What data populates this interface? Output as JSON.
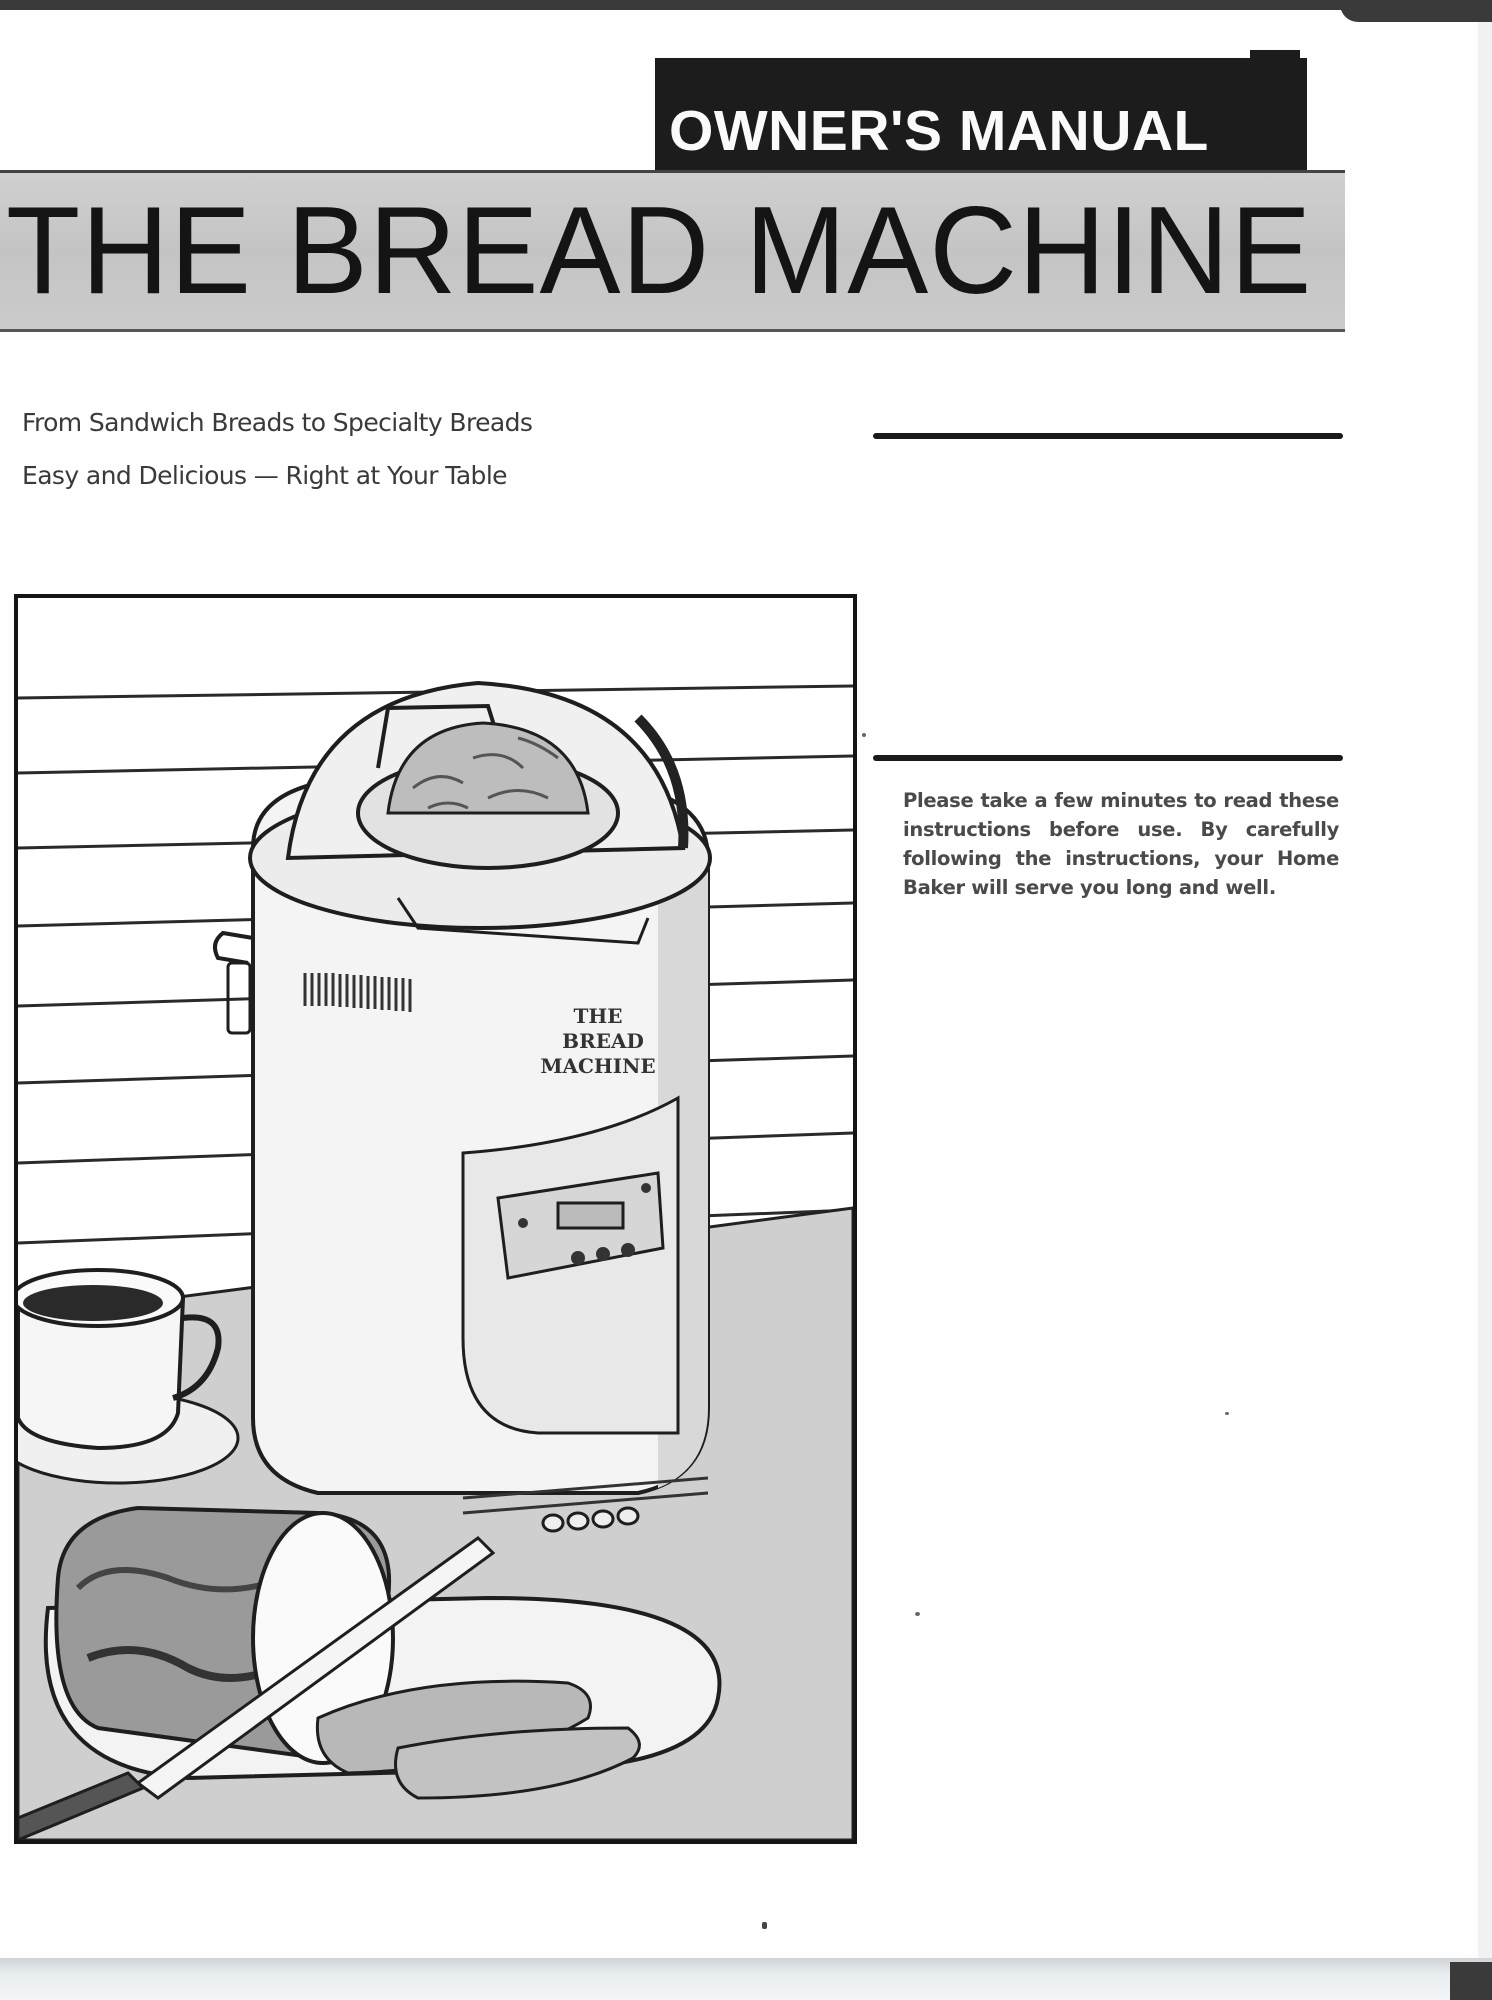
{
  "header": {
    "badge_text": "OWNER'S MANUAL",
    "title": "THE BREAD MACHINE"
  },
  "taglines": [
    "From Sandwich Breads to Specialty Breads",
    "Easy and Delicious — Right at Your Table"
  ],
  "notice": {
    "text": "Please take a few minutes to read these instructions before use. By carefully following the instructions, your Home Baker will serve you long and well."
  },
  "illustration": {
    "description": "Line drawing of a bread machine with a loaf of bread, bread slices on a cutting board, knife and a cup of coffee",
    "machine_label_lines": [
      "THE",
      "BREAD",
      "MACHINE"
    ],
    "icons": [
      "bread-machine-icon",
      "coffee-cup-icon",
      "bread-loaf-icon",
      "bread-slices-icon",
      "knife-icon",
      "cutting-board-icon"
    ]
  },
  "colors": {
    "paper": "#fefefe",
    "ink": "#141414",
    "title_band": "#c8c8c8",
    "badge_bg": "#1c1c1c",
    "badge_text": "#fafafa",
    "body_text": "#4a4a4a"
  }
}
